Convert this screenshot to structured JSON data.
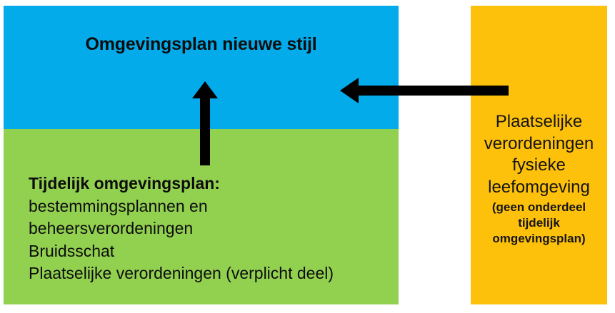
{
  "diagram": {
    "title_text": "Omgevingsplan nieuwe stijl",
    "colors": {
      "blue": "#03ABEB",
      "green": "#92D050",
      "orange": "#FDC00B",
      "arrow": "#000000",
      "text": "#0d0d0d"
    }
  },
  "blue_block": {
    "label": "Omgevingsplan nieuwe stijl"
  },
  "green_block": {
    "heading": "Tijdelijk omgevingsplan:",
    "lines": [
      "bestemmingsplannen en",
      "beheersverordeningen",
      "Bruidsschat",
      "Plaatselijke verordeningen (verplicht deel)"
    ]
  },
  "orange_block": {
    "heading_lines": [
      "Plaatselijke",
      "verordeningen",
      "fysieke",
      "leefomgeving"
    ],
    "note_lines": [
      "(geen onderdeel",
      "tijdelijk",
      "omgevingsplan)"
    ]
  },
  "arrows": {
    "up_arrow_name": "arrow-up-green-to-blue",
    "left_arrow_name": "arrow-left-orange-to-blue"
  }
}
